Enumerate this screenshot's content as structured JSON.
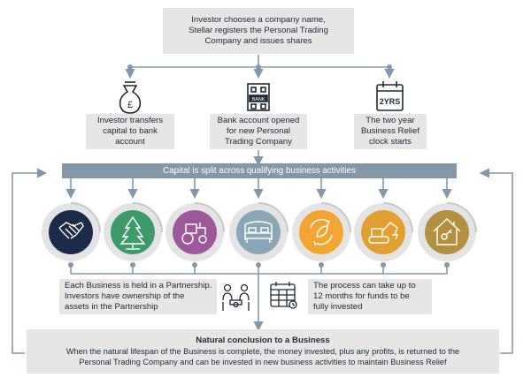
{
  "top_box": {
    "line1": "Investor chooses a company name,",
    "line2": "Stellar registers the Personal Trading",
    "line3": "Company and issues shares"
  },
  "steps": [
    {
      "icon": "money-bag-icon",
      "line1": "Investor transfers",
      "line2": "capital to bank",
      "line3": "account"
    },
    {
      "icon": "bank-icon",
      "icon_label": "BANK",
      "line1": "Bank account opened",
      "line2": "for new Personal",
      "line3": "Trading Company"
    },
    {
      "icon": "calendar-icon",
      "icon_label": "2YRS",
      "line1": "The two year",
      "line2": "Business Relief",
      "line3": "clock starts"
    }
  ],
  "banner": "Capital is split across qualifying business activities",
  "activities": [
    {
      "icon": "handshake-icon",
      "color": "#1c2b4a"
    },
    {
      "icon": "tree-icon",
      "color": "#3e9a6b"
    },
    {
      "icon": "tractor-icon",
      "color": "#9c5a9b"
    },
    {
      "icon": "bed-icon",
      "color": "#8aa7b8"
    },
    {
      "icon": "recycle-leaf-icon",
      "color": "#f2a531"
    },
    {
      "icon": "digger-icon",
      "color": "#e2a032"
    },
    {
      "icon": "house-icon",
      "color": "#b39040"
    }
  ],
  "partnership_note": {
    "line1": "Each Business is held in a Partnership.",
    "line2": "Investors have ownership of the",
    "line3": "assets in the Partnership"
  },
  "timing_note": {
    "line1": "The process can take up to",
    "line2": "12 months for funds to be",
    "line3": "fully invested"
  },
  "conclusion": {
    "title": "Natural conclusion to a Business",
    "line1": "When the natural lifespan of the Business is complete, the money invested, plus any profits, is returned to the",
    "line2": "Personal Trading Company and can be invested in new business activities to maintain Business Relief"
  },
  "colors": {
    "connector": "#8399aa",
    "box": "#e6e6e6",
    "ring": "#e4e4e4",
    "dark": "#1f2a33"
  }
}
